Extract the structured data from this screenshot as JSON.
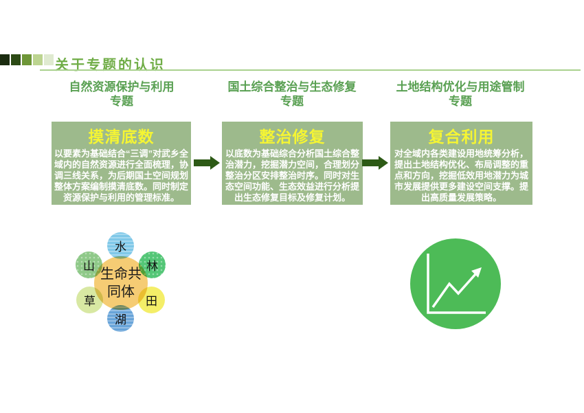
{
  "header": {
    "title": "关于专题的认识",
    "title_color": "#70ad47",
    "underline_color": "#a9d18e",
    "square_colors": [
      "#1b2c10",
      "#2c4a15",
      "#6e9638",
      "#bcd490",
      "#dfead0"
    ]
  },
  "columns": [
    {
      "heading_line1": "自然资源保护与利用",
      "heading_line2": "专题",
      "box_title": "摸清底数",
      "box_body": "以要素为基础结合“三调”对武乡全域内的自然资源进行全面梳理，协调三线关系，为后期国土空间规划整体方案编制摸清底数。同时制定资源保护与利用的管理标准。"
    },
    {
      "heading_line1": "国土综合整治与生态修复",
      "heading_line2": "专题",
      "box_title": "整治修复",
      "box_body": "以底数为基础综合分析国土综合整治潜力，挖掘潜力空间，合理划分整治分区安排整治时序。同时对生态空间功能、生态效益进行分析提出生态修复目标及修复计划。"
    },
    {
      "heading_line1": "土地结构优化与用途管制",
      "heading_line2": "专题",
      "box_title": "复合利用",
      "box_body": "对全域内各类建设用地统筹分析，提出土地结构优化、布局调整的重点和方向，挖掘低效用地潜力为城市发展提供更多建设空间支撑。提出高质量发展策略。"
    }
  ],
  "colors": {
    "box_bg": "#9dba8c",
    "box_title_yellow": "#f5f533",
    "box_body_text": "#ffffff",
    "heading_green": "#59a052",
    "arrow": "#2d5a16"
  },
  "diagram": {
    "center_label": "生命共同体",
    "center_color": "#f5cc74",
    "petals": [
      {
        "label": "水",
        "color": "#7fc8e8"
      },
      {
        "label": "林",
        "color": "#54c677"
      },
      {
        "label": "田",
        "color": "#f4ee68"
      },
      {
        "label": "湖",
        "color": "#68a4d9"
      },
      {
        "label": "草",
        "color": "#d8e8a3"
      },
      {
        "label": "山",
        "color": "#8fc989"
      }
    ]
  },
  "chart_icon": {
    "circle_color": "#4dbb57",
    "line_color": "#ffffff"
  }
}
